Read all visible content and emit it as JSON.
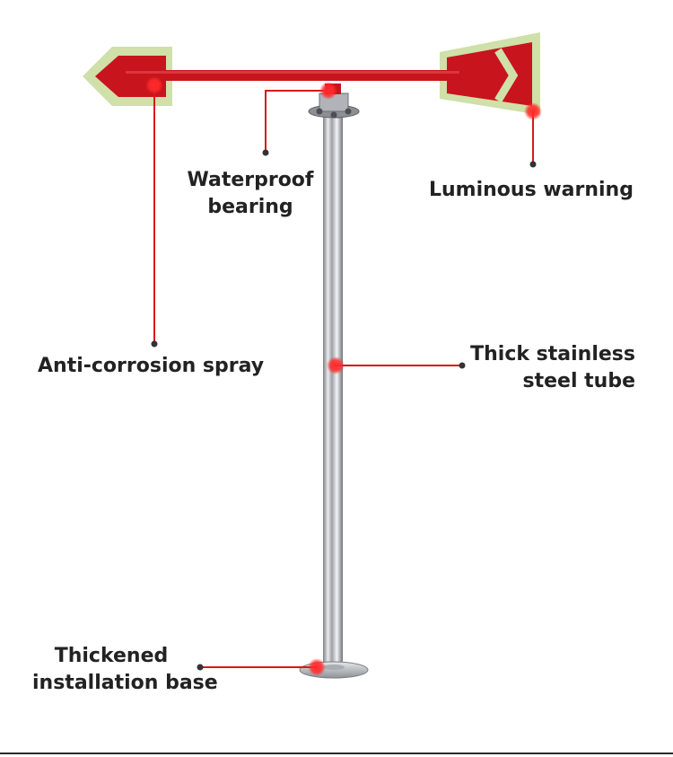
{
  "labels": {
    "waterproof_bearing": [
      "Waterproof",
      "bearing"
    ],
    "luminous_warning": "Luminous warning",
    "anti_corrosion_spray": "Anti-corrosion spray",
    "thick_stainless_steel_tube": [
      "Thick stainless",
      "steel tube"
    ],
    "thickened_installation_base": [
      "Thickened",
      "installation base"
    ]
  },
  "colors": {
    "vane_red": "#c8141c",
    "luminous_panel": "#cfe0a8",
    "leader_line": "#d41a1a",
    "marker_dot": "#333333",
    "steel": "#b9bcc0"
  }
}
